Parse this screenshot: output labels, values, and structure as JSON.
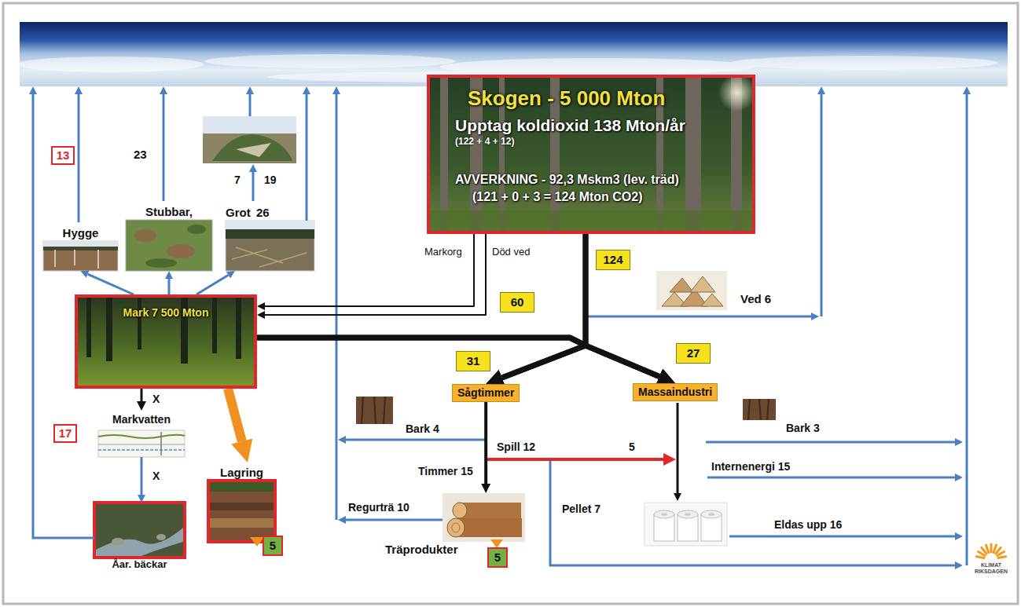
{
  "diagram": {
    "nodes": [
      {
        "text": [
          "Skogen - 5 000 Mton",
          "Upptag koldioxid 138 Mton/år",
          "(122 + 4 + 12)",
          "AVVERKNING - 92,3 Mskm3 (lev. träd)",
          "(121 + 0 + 3 = 124 Mton CO2)"
        ]
      },
      {
        "text": [
          "13"
        ]
      },
      {
        "text": [
          "Hygge"
        ]
      },
      {
        "text": [
          "Stubbar,"
        ]
      },
      {
        "text": [
          "Grot"
        ]
      },
      {
        "text": [
          "124"
        ]
      },
      {
        "text": [
          "Mark 7 500 Mton"
        ]
      },
      {
        "text": [
          "60"
        ]
      },
      {
        "text": [
          "31"
        ]
      },
      {
        "text": [
          "27"
        ]
      },
      {
        "text": [
          "Sågtimmer"
        ]
      },
      {
        "text": [
          "Massaindustri"
        ]
      },
      {
        "text": [
          "Markvatten"
        ]
      },
      {
        "text": [
          "17"
        ]
      },
      {
        "text": [
          "Lagring"
        ]
      },
      {
        "text": [
          "Träprodukter"
        ]
      },
      {
        "text": [
          "Åar. bäckar"
        ]
      },
      {
        "text": [
          "5"
        ]
      },
      {
        "text": [
          "5"
        ]
      }
    ],
    "edges": [
      {
        "from": 0,
        "to": 6,
        "label": "Markorg",
        "arrow": "to"
      },
      {
        "from": 0,
        "to": 6,
        "label": "Död ved",
        "arrow": "to"
      },
      {
        "from": 6,
        "to": 2,
        "arrow": "to"
      },
      {
        "from": 6,
        "to": 3,
        "arrow": "to"
      },
      {
        "from": 6,
        "to": 4,
        "arrow": "to"
      },
      {
        "from": 0,
        "to": 10,
        "arrow": "to"
      },
      {
        "from": 0,
        "to": 11,
        "arrow": "to"
      },
      {
        "from": 6,
        "to": 10,
        "arrow": "to"
      },
      {
        "from": 6,
        "to": 11,
        "arrow": "to"
      },
      {
        "from": 6,
        "to": 12,
        "label": "X",
        "arrow": "to"
      },
      {
        "from": 12,
        "to": 16,
        "label": "X",
        "arrow": "to"
      },
      {
        "from": 6,
        "to": 14,
        "arrow": "to"
      },
      {
        "from": 10,
        "to": 15,
        "label": "Timmer 15",
        "arrow": "to"
      }
    ],
    "labels": [
      "23",
      "7",
      "19",
      "26",
      "Ved 6",
      "Bark 4",
      "Bark 3",
      "Spill 12",
      "5",
      "Internenergi 15",
      "Pellet 7",
      "Regurträ 10",
      "Eldas upp 16",
      "KLIMAT RIKSDAGEN"
    ]
  }
}
